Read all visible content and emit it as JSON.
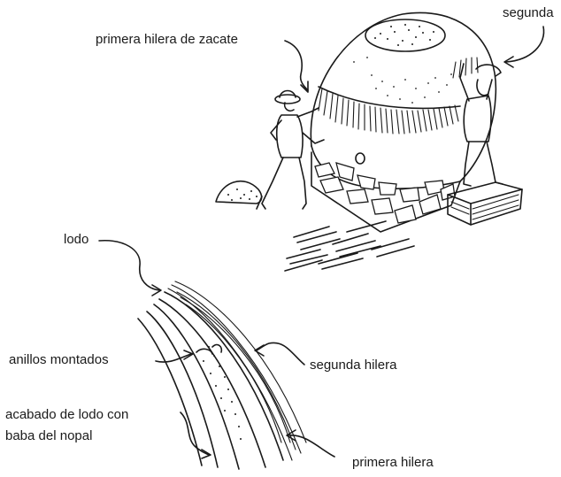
{
  "labels": {
    "primera_hilera_de_zacate": "primera hilera de zacate",
    "segunda": "segunda",
    "lodo": "lodo",
    "anillos_montados": "anillos montados",
    "segunda_hilera": "segunda hilera",
    "acabado_line1": "acabado de lodo con",
    "acabado_line2": "baba del nopal",
    "primera_hilera": "primera hilera"
  },
  "colors": {
    "ink": "#1a1a1a",
    "background": "#ffffff"
  }
}
